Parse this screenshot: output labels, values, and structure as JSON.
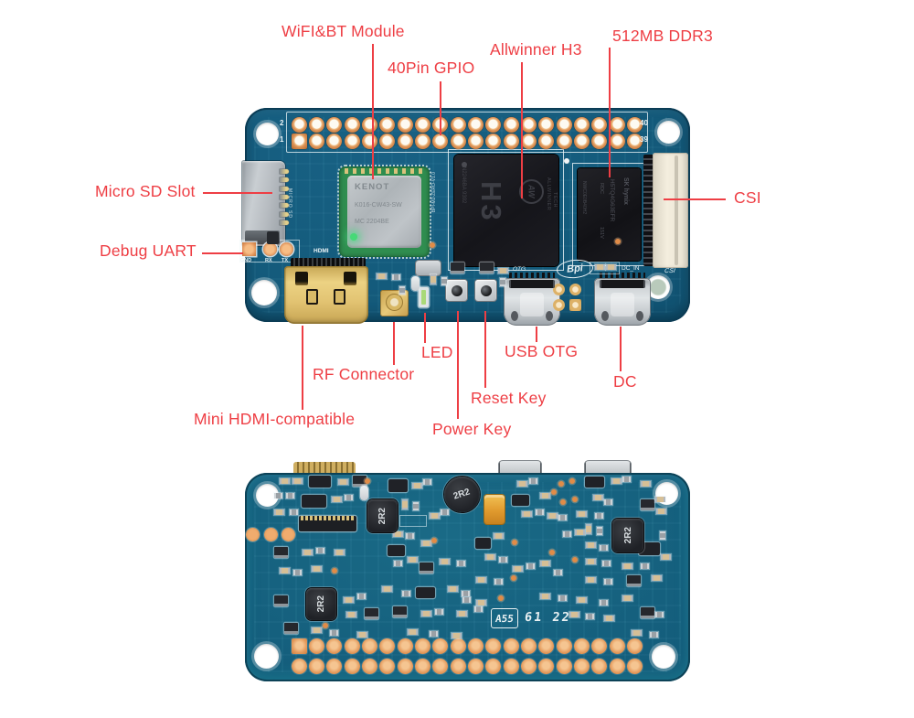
{
  "colors": {
    "callout_red": "#ee3e44",
    "front_board_teal": "#14587a",
    "back_board_teal": "#15607e",
    "pad_copper": "#e0955e",
    "silkscreen_white": "#e9f2f5",
    "wifi_module_green": "#2f8d4f",
    "hdmi_gold": "#e2c372"
  },
  "callouts": {
    "wifi_bt": "WiFI&BT Module",
    "gpio": "40Pin GPIO",
    "allwinner": "Allwinner H3",
    "ddr": "512MB DDR3",
    "micro_sd": "Micro SD Slot",
    "debug_uart": "Debug UART",
    "csi": "CSI",
    "led": "LED",
    "rf": "RF Connector",
    "mini_hdmi": "Mini HDMI-compatible",
    "power_key": "Power Key",
    "reset_key": "Reset Key",
    "usb_otg": "USB OTG",
    "dc": "DC"
  },
  "front_board": {
    "pin_numbers": {
      "top_left": "2",
      "bottom_left": "1",
      "top_right": "40",
      "bottom_right": "39"
    },
    "silkscreen": {
      "uart_pins": [
        "GND",
        "RX",
        "TX"
      ],
      "hdmi": "HDMI",
      "micro_sd": "MICRO SD",
      "board_version": "BPI-M2-ZERO-V1.0",
      "otg": "OTG",
      "bpi_logo": "Bpi",
      "dc_in": "DC_IN",
      "csi": "CSI"
    },
    "wifi_module": {
      "brand": "KENOT",
      "part": "K016-CW43-SW",
      "code": "MC 2204BE"
    },
    "soc": {
      "marking": "H3",
      "logo": "AW",
      "brand": "ALLWINNER",
      "brand2": "TECH",
      "lot": "N2246BA 9392"
    },
    "ddr": {
      "brand": "SK hynix",
      "part": "H5TQ4G63EFR",
      "grade": "RDC",
      "date": "151V",
      "side_code": "NWC0E0B40H2"
    }
  },
  "back_board": {
    "inductor_marking": "2R2",
    "date_code_boxed": "A55",
    "date_code": "61 22"
  }
}
